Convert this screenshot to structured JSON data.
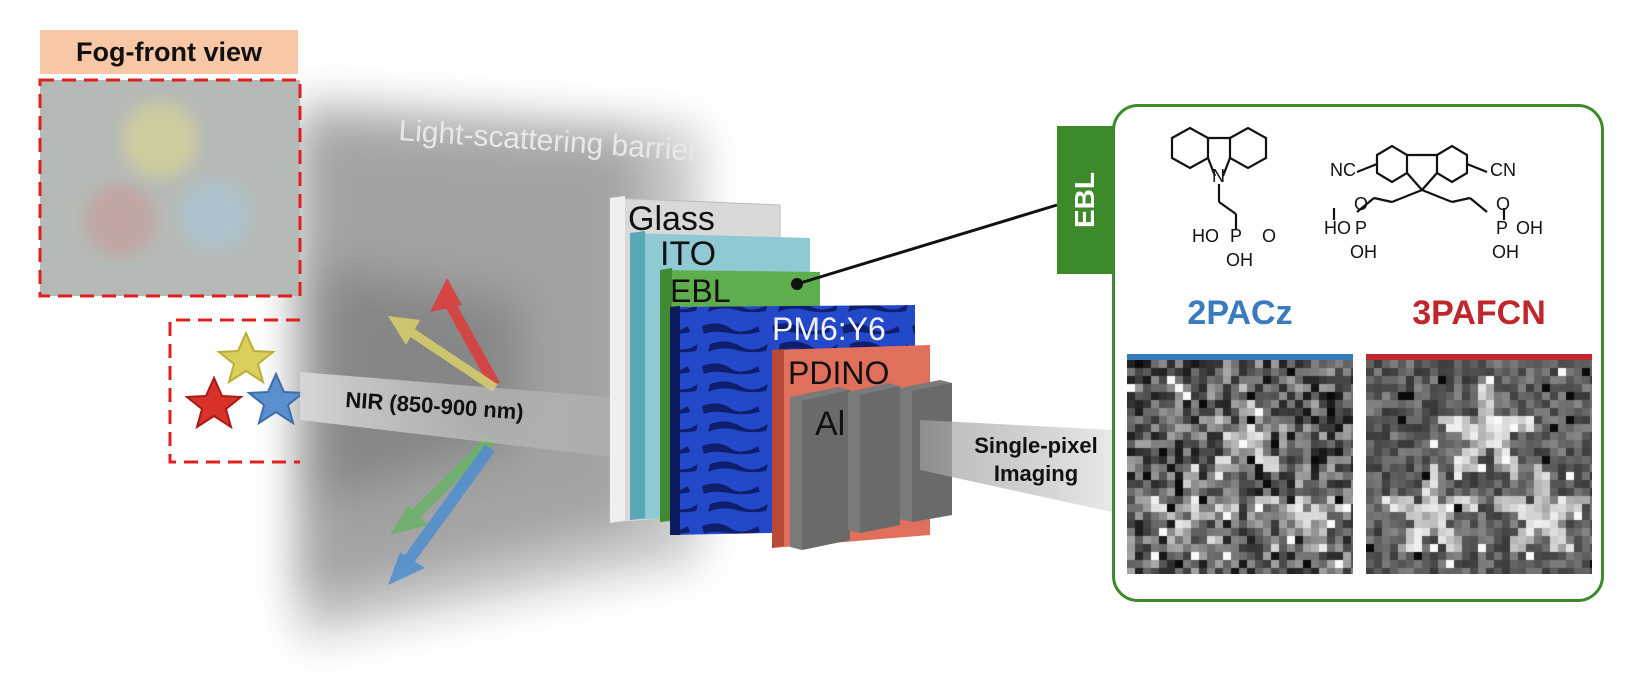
{
  "fog_view": {
    "title": "Fog-front view"
  },
  "barrier": {
    "label": "Light-scattering barrier"
  },
  "beam": {
    "label": "NIR (850-900 nm)"
  },
  "device_layers": [
    {
      "label": "Glass",
      "color": "#d9d9d9"
    },
    {
      "label": "ITO",
      "color": "#8fc9d3"
    },
    {
      "label": "EBL",
      "color": "#5fae4e"
    },
    {
      "label": "PM6:Y6",
      "color": "#1f3fbf"
    },
    {
      "label": "PDINO",
      "color": "#e0705c"
    },
    {
      "label": "Al",
      "color": "#7a7a7a"
    }
  ],
  "ebl_tab": {
    "label": "EBL"
  },
  "molecules": {
    "left": {
      "name": "2PACz",
      "color": "#3a7bbf",
      "atoms": {
        "n": "N",
        "ho": "HO",
        "p": "P",
        "o": "O",
        "oh": "OH"
      }
    },
    "right": {
      "name": "3PAFCN",
      "color": "#c0262c",
      "atoms": {
        "nc": "NC",
        "cn": "CN",
        "ho": "HO",
        "p1": "P",
        "o1": "O",
        "oh1": "OH",
        "p2": "P",
        "o2": "O",
        "oh2": "OH",
        "oh3": "OH"
      }
    }
  },
  "imaging": {
    "label_line1": "Single-pixel",
    "label_line2": "Imaging"
  },
  "colors": {
    "accent_green": "#3d8a2a",
    "dash_red": "#e02020",
    "fog_title_bg": "#f7c7a6",
    "star_red": "#d8322a",
    "star_yellow": "#d9cf5a",
    "star_blue": "#5b8fcf"
  }
}
